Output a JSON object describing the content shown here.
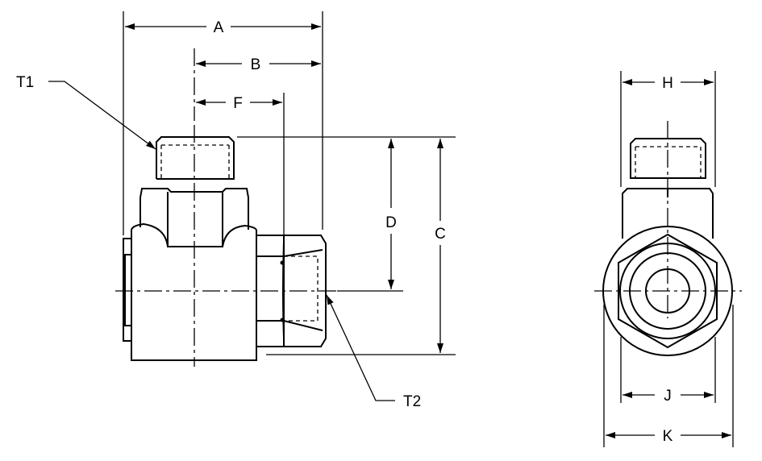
{
  "labels": {
    "A": "A",
    "B": "B",
    "F": "F",
    "D": "D",
    "C": "C",
    "T1": "T1",
    "T2": "T2",
    "H": "H",
    "J": "J",
    "K": "K"
  }
}
